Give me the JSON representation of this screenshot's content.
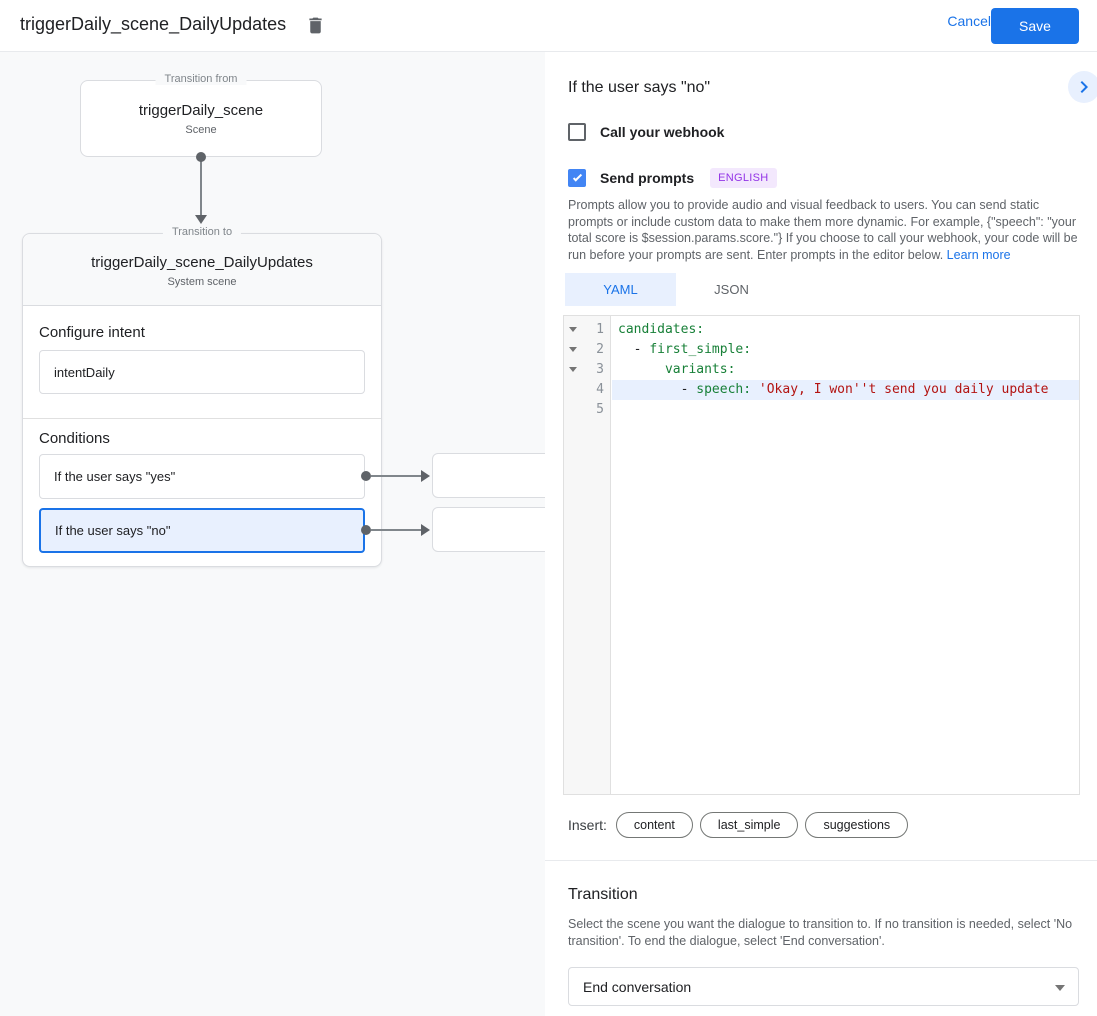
{
  "header": {
    "title": "triggerDaily_scene_DailyUpdates",
    "cancel_label": "Cancel",
    "save_label": "Save"
  },
  "flow": {
    "from_legend": "Transition from",
    "from_title": "triggerDaily_scene",
    "from_subtitle": "Scene",
    "to_legend": "Transition to",
    "to_title": "triggerDaily_scene_DailyUpdates",
    "to_subtitle": "System scene",
    "configure_intent_label": "Configure intent",
    "intent_value": "intentDaily",
    "conditions_label": "Conditions",
    "condition_yes": "If the user says \"yes\"",
    "condition_no": "If the user says \"no\""
  },
  "panel": {
    "title": "If the user says \"no\"",
    "webhook_label": "Call your webhook",
    "prompts_label": "Send prompts",
    "language_badge": "ENGLISH",
    "description": "Prompts allow you to provide audio and visual feedback to users. You can send static prompts or include custom data to make them more dynamic. For example, {\"speech\": \"your total score is $session.params.score.\"} If you choose to call your webhook, your code will be run before your prompts are sent. Enter prompts in the editor below. ",
    "learn_more_label": "Learn more",
    "tabs": {
      "yaml": "YAML",
      "json": "JSON"
    },
    "editor": {
      "line_numbers": [
        "1",
        "2",
        "3",
        "4",
        "5"
      ],
      "code": {
        "l1_key": "candidates:",
        "l2_plain": "  - ",
        "l2_key": "first_simple:",
        "l3_plain": "      ",
        "l3_key": "variants:",
        "l4_plain": "        - ",
        "l4_key": "speech:",
        "l4_string": " 'Okay, I won''t send you daily update"
      }
    },
    "insert_label": "Insert:",
    "chips": [
      "content",
      "last_simple",
      "suggestions"
    ],
    "transition": {
      "title": "Transition",
      "description": "Select the scene you want the dialogue to transition to. If no transition is needed, select 'No transition'. To end the dialogue, select 'End conversation'.",
      "select_value": "End conversation"
    }
  },
  "colors": {
    "accent_blue": "#1a73e8",
    "selection_blue": "#e8f0fe",
    "checkbox_blue": "#4285f4",
    "code_key_green": "#188038",
    "code_string_red": "#b31412",
    "badge_purple": "#9334e6",
    "canvas_gray": "#f8f9fa"
  }
}
